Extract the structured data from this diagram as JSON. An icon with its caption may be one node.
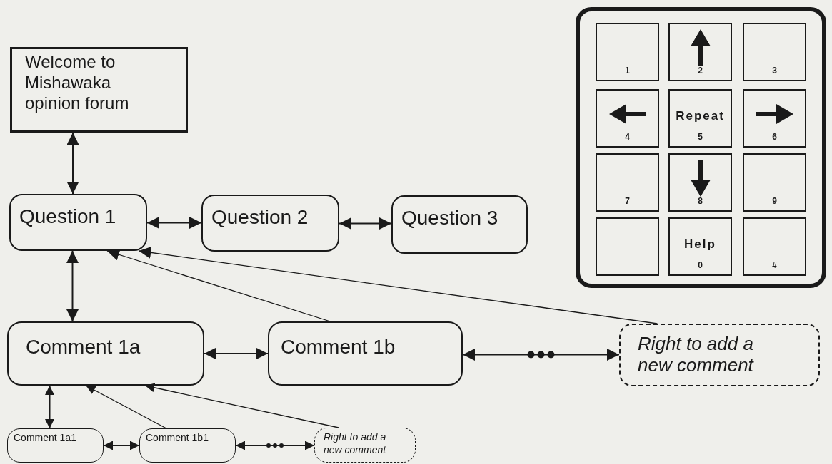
{
  "diagram": {
    "nodes": [
      {
        "text": [
          "Welcome to Mishawaka opinion forum"
        ]
      },
      {
        "text": [
          "Question 1"
        ]
      },
      {
        "text": [
          "Question 2"
        ]
      },
      {
        "text": [
          "Question 3"
        ]
      },
      {
        "text": [
          "Comment 1a"
        ]
      },
      {
        "text": [
          "Comment 1b"
        ]
      },
      {
        "text": [
          "Right to add a new comment"
        ]
      },
      {
        "text": [
          "Comment 1a1"
        ]
      },
      {
        "text": [
          "Comment 1b1"
        ]
      },
      {
        "text": [
          "Right to add a new comment"
        ]
      },
      {
        "text": [],
        "shape": "box"
      },
      {
        "text": [
          "1"
        ],
        "in": 10
      },
      {
        "text": [
          "2"
        ],
        "in": 10
      },
      {
        "text": [
          "3"
        ],
        "in": 10
      },
      {
        "text": [
          "4"
        ],
        "in": 10
      },
      {
        "text": [
          "Repeat",
          "5"
        ],
        "in": 10
      },
      {
        "text": [
          "6"
        ],
        "in": 10
      },
      {
        "text": [
          "7"
        ],
        "in": 10
      },
      {
        "text": [
          "8"
        ],
        "in": 10
      },
      {
        "text": [
          "9"
        ],
        "in": 10
      },
      {
        "text": [],
        "shape": "box",
        "in": 10
      },
      {
        "text": [
          "Help",
          "0"
        ],
        "in": 10
      },
      {
        "text": [
          "#"
        ],
        "in": 10
      }
    ],
    "edges": [
      {
        "from": 0,
        "to": 1,
        "arrow": "both"
      },
      {
        "from": 1,
        "to": 2,
        "arrow": "both"
      },
      {
        "from": 2,
        "to": 3,
        "arrow": "both"
      },
      {
        "from": 1,
        "to": 4,
        "arrow": "both"
      },
      {
        "from": 4,
        "to": 5,
        "arrow": "both"
      },
      {
        "from": 5,
        "to": 6,
        "arrow": "both"
      },
      {
        "from": 5,
        "to": 1,
        "arrow": "to"
      },
      {
        "from": 6,
        "to": 1,
        "arrow": "to"
      },
      {
        "from": 4,
        "to": 7,
        "arrow": "both"
      },
      {
        "from": 7,
        "to": 8,
        "arrow": "both"
      },
      {
        "from": 8,
        "to": 9,
        "arrow": "both"
      },
      {
        "from": 8,
        "to": 4,
        "arrow": "to"
      },
      {
        "from": 9,
        "to": 4,
        "arrow": "to"
      }
    ]
  }
}
